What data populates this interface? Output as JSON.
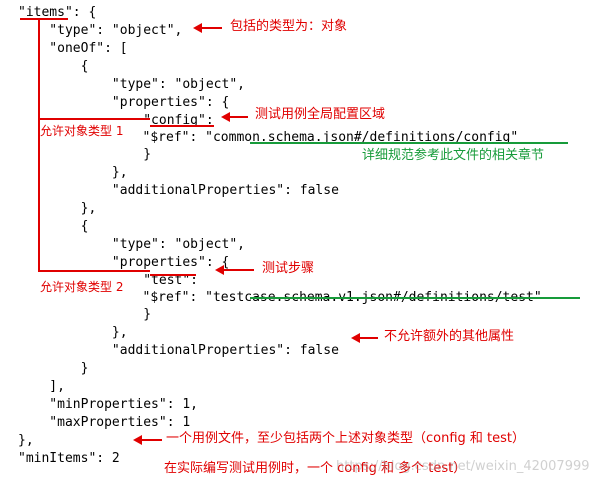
{
  "code_lines": [
    "\"items\": {",
    "    \"type\": \"object\",",
    "    \"oneOf\": [",
    "        {",
    "            \"type\": \"object\",",
    "            \"properties\": {",
    "                \"config\":",
    "                    \"$ref\": \"common.schema.json#/definitions/config\"",
    "                }",
    "            },",
    "            \"additionalProperties\": false",
    "        },",
    "        {",
    "            \"type\": \"object\",",
    "            \"properties\": {",
    "                \"test\":",
    "                    \"$ref\": \"testcase.schema.v1.json#/definitions/test\"",
    "                }",
    "            },",
    "            \"additionalProperties\": false",
    "        }",
    "    ],",
    "    \"minProperties\": 1,",
    "    \"maxProperties\": 1",
    "},",
    "\"minItems\": 2"
  ],
  "annotations": {
    "type_note": "包括的类型为：对象",
    "config_note": "测试用例全局配置区域",
    "allowed_type_1": "允许对象类型 1",
    "ref_config_note": "详细规范参考此文件的相关章节",
    "test_note": "测试步骤",
    "allowed_type_2": "允许对象类型 2",
    "no_extra_note": "不允许额外的其他属性",
    "min_items_note": "一个用例文件，至少包括两个上述对象类型（config 和 test）",
    "practice_note": "在实际编写测试用例时，一个 config 和 多个 test）"
  },
  "watermark": "https://blog.csdn.net/weixin_42007999",
  "colors": {
    "annotation_red": "#e00000",
    "annotation_green": "#179b3a",
    "code_text": "#000000"
  }
}
